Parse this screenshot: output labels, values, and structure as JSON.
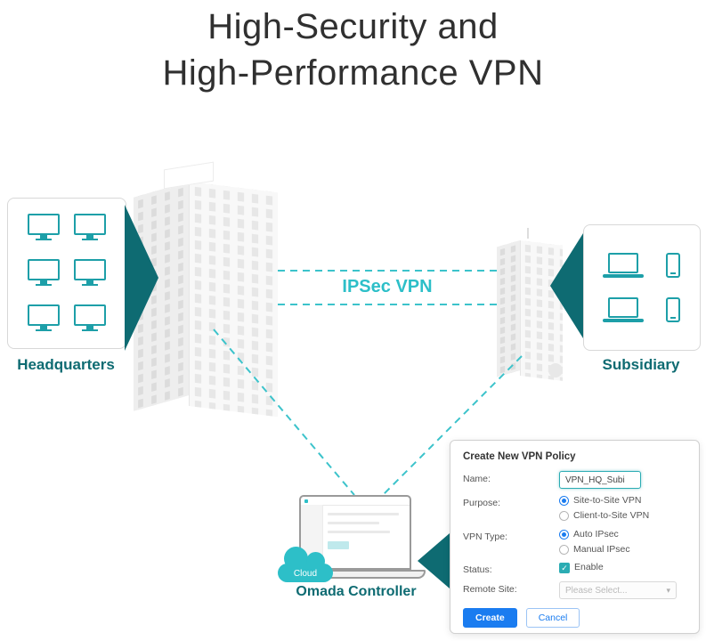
{
  "title": {
    "line1": "High-Security and",
    "line2": "High-Performance VPN"
  },
  "colors": {
    "teal": "#2dbfc8",
    "teal-dark": "#0e6b72",
    "icon-teal": "#1d9fa8",
    "line-teal": "#3cc3cb",
    "blue": "#1a7cf0",
    "field-teal": "#2bacb3"
  },
  "icons": {
    "check": "✓",
    "chevron_down": "▾"
  },
  "diagram": {
    "headquarters": {
      "label": "Headquarters"
    },
    "subsidiary": {
      "label": "Subsidiary"
    },
    "controller": {
      "label": "Omada Controller",
      "cloud_label": "Cloud"
    },
    "link_label": "IPSec VPN"
  },
  "panel": {
    "title": "Create New VPN Policy",
    "fields": {
      "name": {
        "label": "Name:",
        "value": "VPN_HQ_Subi"
      },
      "purpose": {
        "label": "Purpose:",
        "options": [
          {
            "label": "Site-to-Site VPN",
            "selected": true
          },
          {
            "label": "Client-to-Site VPN",
            "selected": false
          }
        ]
      },
      "vpn_type": {
        "label": "VPN Type:",
        "options": [
          {
            "label": "Auto IPsec",
            "selected": true
          },
          {
            "label": "Manual IPsec",
            "selected": false
          }
        ]
      },
      "status": {
        "label": "Status:",
        "checkbox_label": "Enable",
        "checked": true
      },
      "remote_site": {
        "label": "Remote Site:",
        "placeholder": "Please Select..."
      }
    },
    "buttons": {
      "create": "Create",
      "cancel": "Cancel"
    }
  }
}
